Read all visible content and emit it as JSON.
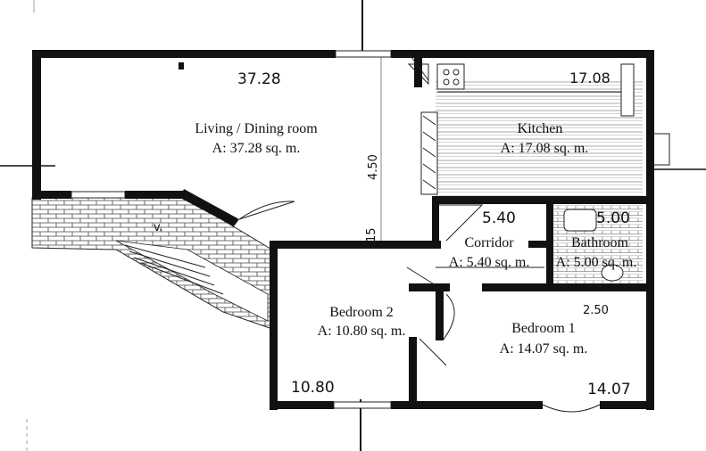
{
  "rooms": {
    "living": {
      "name": "Living / Dining room",
      "area": "A: 37.28 sq. m.",
      "dim": "37.28"
    },
    "kitchen": {
      "name": "Kitchen",
      "area": "A: 17.08 sq. m.",
      "dim": "17.08"
    },
    "corridor": {
      "name": "Corridor",
      "area": "A: 5.40 sq. m.",
      "dim": "5.40"
    },
    "bathroom": {
      "name": "Bathroom",
      "area": "A: 5.00 sq. m.",
      "dim": "5.00"
    },
    "bedroom2": {
      "name": "Bedroom 2",
      "area": "A: 10.80 sq. m.",
      "dim": "10.80"
    },
    "bedroom1": {
      "name": "Bedroom 1",
      "area": "A: 14.07 sq. m.",
      "dim": "14.07"
    }
  },
  "annotations": {
    "wall_length": "4.50",
    "offset": "15",
    "bed1_width": "2.50",
    "terrace_mark": "v."
  }
}
